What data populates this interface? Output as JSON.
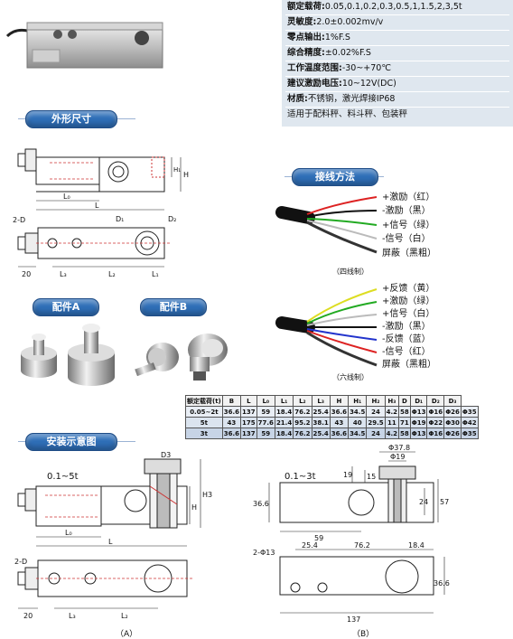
{
  "spec": {
    "rows": [
      {
        "label": "额定载荷:",
        "value": "0.05,0.1,0.2,0.3,0.5,1,1.5,2,3,5t"
      },
      {
        "label": "灵敏度:",
        "value": "2.0±0.002mv/v"
      },
      {
        "label": "零点输出:",
        "value": "1%F.S"
      },
      {
        "label": "综合精度:",
        "value": "±0.02%F.S"
      },
      {
        "label": "工作温度范围:",
        "value": "-30~+70℃"
      },
      {
        "label": "建议激励电压:",
        "value": "10~12V(DC)"
      },
      {
        "label": "材质:",
        "value": "不锈钢，激光焊接IP68"
      },
      {
        "label": "",
        "value": "适用于配料秤、料斗秤、包装秤"
      }
    ]
  },
  "sections": {
    "outline": "外形尺寸",
    "wiring": "接线方法",
    "partA": "配件A",
    "partB": "配件B",
    "install": "安装示意图"
  },
  "wiring": {
    "four_wire": {
      "labels": [
        "+激励（红）",
        "-激励（黑）",
        "+信号（绿）",
        "-信号（白）",
        "屏蔽（黑粗）"
      ],
      "colors": [
        "#d22",
        "#111",
        "#2a2",
        "#bbb",
        "#333"
      ],
      "caption": "（四线制）"
    },
    "six_wire": {
      "labels": [
        "+反馈（黄）",
        "+激励（绿）",
        "+信号（白）",
        "-激励（黑）",
        "-反馈（蓝）",
        "-信号（红）",
        "屏蔽（黑粗）"
      ],
      "colors": [
        "#dd2",
        "#2a2",
        "#bbb",
        "#111",
        "#23c",
        "#d22",
        "#333"
      ],
      "caption": "（六线制）"
    }
  },
  "dim_labels": {
    "L0": "L₀",
    "L": "L",
    "D1": "D₁",
    "D2": "D₂",
    "D": "2-D",
    "H": "H",
    "H1": "H₁",
    "n20": "20",
    "L3": "L₃",
    "L2": "L₂",
    "L1": "L₁"
  },
  "table": {
    "headers": [
      "额定载荷(t)",
      "B",
      "L",
      "L₀",
      "L₁",
      "L₂",
      "L₃",
      "H",
      "H₁",
      "H₂",
      "H₃",
      "D",
      "D₁",
      "D₂",
      "D₃"
    ],
    "rows": [
      [
        "0.05~2t",
        "36.6",
        "137",
        "59",
        "18.4",
        "76.2",
        "25.4",
        "36.6",
        "34.5",
        "24",
        "4.2",
        "58",
        "Φ13",
        "Φ16",
        "Φ26",
        "Φ35"
      ],
      [
        "5t",
        "43",
        "175",
        "77.6",
        "21.4",
        "95.2",
        "38.1",
        "43",
        "40",
        "29.5",
        "11",
        "71",
        "Φ19",
        "Φ22",
        "Φ30",
        "Φ42"
      ],
      [
        "3t",
        "36.6",
        "137",
        "59",
        "18.4",
        "76.2",
        "25.4",
        "36.6",
        "34.5",
        "24",
        "4.2",
        "58",
        "Φ13",
        "Φ16",
        "Φ26",
        "Φ35"
      ]
    ]
  },
  "install": {
    "left_range": "0.1~5t",
    "right_range": "0.1~3t",
    "left_caption": "（A）",
    "right_caption": "（B）",
    "left_labels": {
      "D3": "D3",
      "H": "H",
      "H3": "H3",
      "L0": "L₀",
      "L": "L",
      "D": "2-D",
      "n20": "20",
      "L3": "L₃",
      "L2": "L₂"
    },
    "right_labels": {
      "d378": "Φ37.8",
      "d19": "Φ19",
      "n19": "19",
      "n15": "15",
      "n24": "24",
      "n57": "57",
      "n366": "36.6",
      "n59": "59",
      "hole": "2-Φ13",
      "n254": "25.4",
      "n762": "76.2",
      "n184": "18.4",
      "n366b": "36.6",
      "n137": "137"
    }
  }
}
